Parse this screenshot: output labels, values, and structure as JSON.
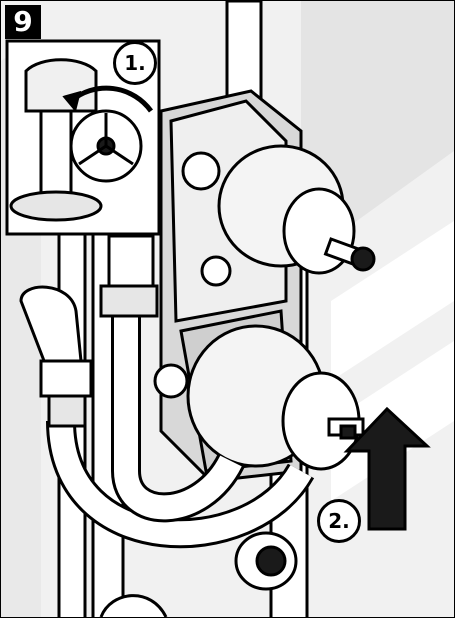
{
  "figure": {
    "step_number": "9",
    "callout_1": "1.",
    "callout_2": "2."
  },
  "colors": {
    "line": "#000000",
    "fill": "#ffffff",
    "shade": "#e6e6e6",
    "dark": "#1a1a1a"
  }
}
